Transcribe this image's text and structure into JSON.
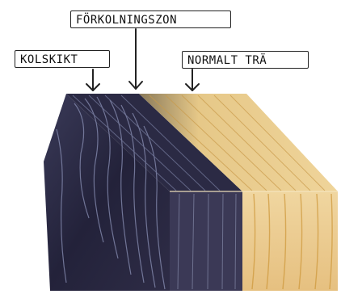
{
  "labels": {
    "charring_zone": "FÖRKOLNINGSZON",
    "char_layer": "KOLSKIKT",
    "normal_wood": "NORMALT TRÄ"
  },
  "colors": {
    "char": "#2a2840",
    "char_highlight": "#7a7fa0",
    "wood": "#e0b86a",
    "wood_dark": "#c8943c",
    "wood_light": "#f0d9a0"
  }
}
